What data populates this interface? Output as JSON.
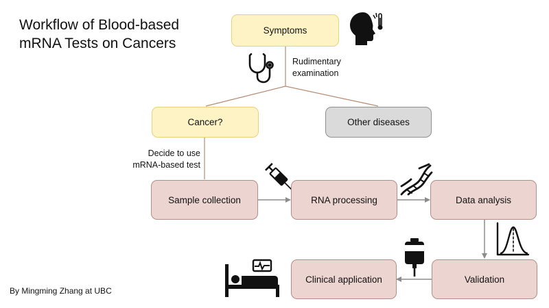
{
  "title": {
    "line1": "Workflow of Blood-based",
    "line2": "mRNA Tests on Cancers"
  },
  "nodes": {
    "symptoms": "Symptoms",
    "cancer": "Cancer?",
    "other_diseases": "Other diseases",
    "sample_collection": "Sample collection",
    "rna_processing": "RNA processing",
    "data_analysis": "Data analysis",
    "validation": "Validation",
    "clinical_application": "Clinical application"
  },
  "edge_labels": {
    "rudimentary_line1": "Rudimentary",
    "rudimentary_line2": "examination",
    "decide_line1": "Decide to use",
    "decide_line2": "mRNA-based test"
  },
  "credit": "By Mingming Zhang at UBC",
  "icons": [
    "head-fever-icon",
    "stethoscope-icon",
    "syringe-icon",
    "dna-icon",
    "distribution-curve-icon",
    "iv-bag-icon",
    "hospital-bed-icon"
  ],
  "colors": {
    "yellow_fill": "#fdf3c4",
    "yellow_border": "#e9d17a",
    "grey_fill": "#dadada",
    "pink_fill": "#ecd5d1",
    "pink_border": "#b48c86",
    "tree_line": "#b38a6f",
    "arrow": "#8c8c8c"
  }
}
